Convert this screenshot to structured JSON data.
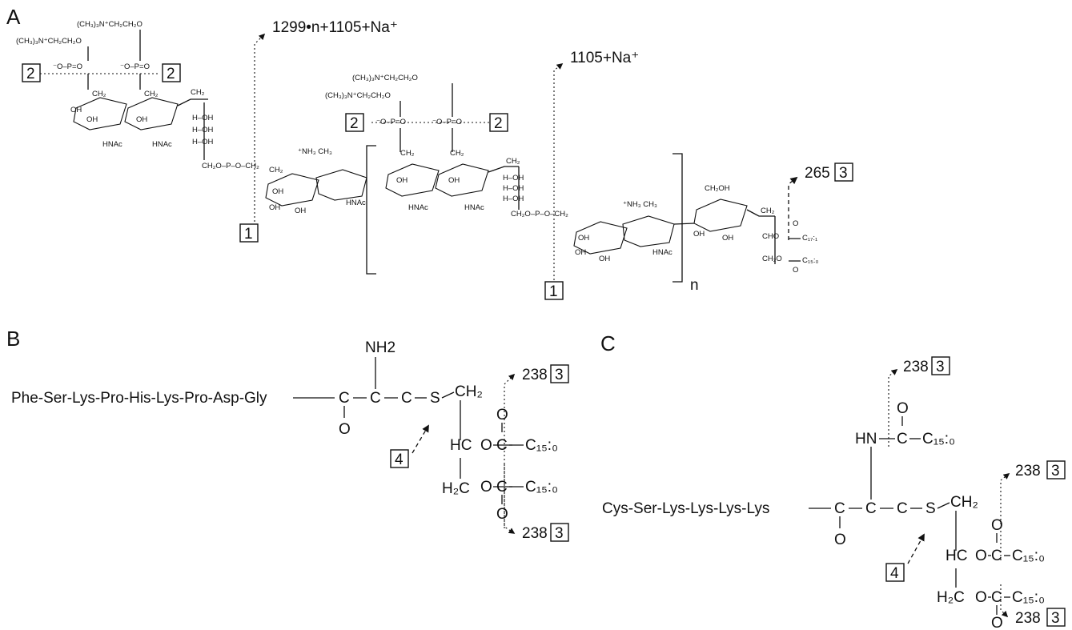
{
  "panels": {
    "a": "A",
    "b": "B",
    "c": "C"
  },
  "frag_labels": {
    "one": "1",
    "two": "2",
    "three": "3",
    "four": "4"
  },
  "panel_a": {
    "ion_top": "1299•n+1105+Na⁺",
    "ion_mid": "1105+Na⁺",
    "ion_right": "265",
    "repeat_subscript": "n",
    "choline_group": "(CH₃)₃N⁺CH₂CH₂O",
    "phosphate": "⁻O–P=O",
    "phosphate_link": "CH₂O–P–O–CH₂",
    "nhac": "HNAc",
    "oh": "OH",
    "ch2": "CH₂",
    "ch2oh": "CH₂OH",
    "nh3_ch3": "⁺NH₃ CH₃",
    "h_oh": "H–OH",
    "acyl_171": "C₁₇:₁",
    "acyl_150": "C₁₅:₀",
    "glycerol_a": "CHO",
    "glycerol_b": "CH₂O"
  },
  "panel_b": {
    "peptide": "Phe-Ser-Lys-Pro-His-Lys-Pro-Asp-Gly",
    "amine": "NH2",
    "mass_top": "238",
    "mass_bottom": "238"
  },
  "panel_c": {
    "peptide": "Cys-Ser-Lys-Lys-Lys-Lys",
    "amide_nh": "HN",
    "mass_amide": "238",
    "mass_top": "238",
    "mass_bottom": "238"
  },
  "chem": {
    "c": "C",
    "o": "O",
    "s": "S",
    "ch2": "CH₂",
    "hc": "HC",
    "h2c": "H₂C",
    "acyl": "C₁₅:₀"
  }
}
